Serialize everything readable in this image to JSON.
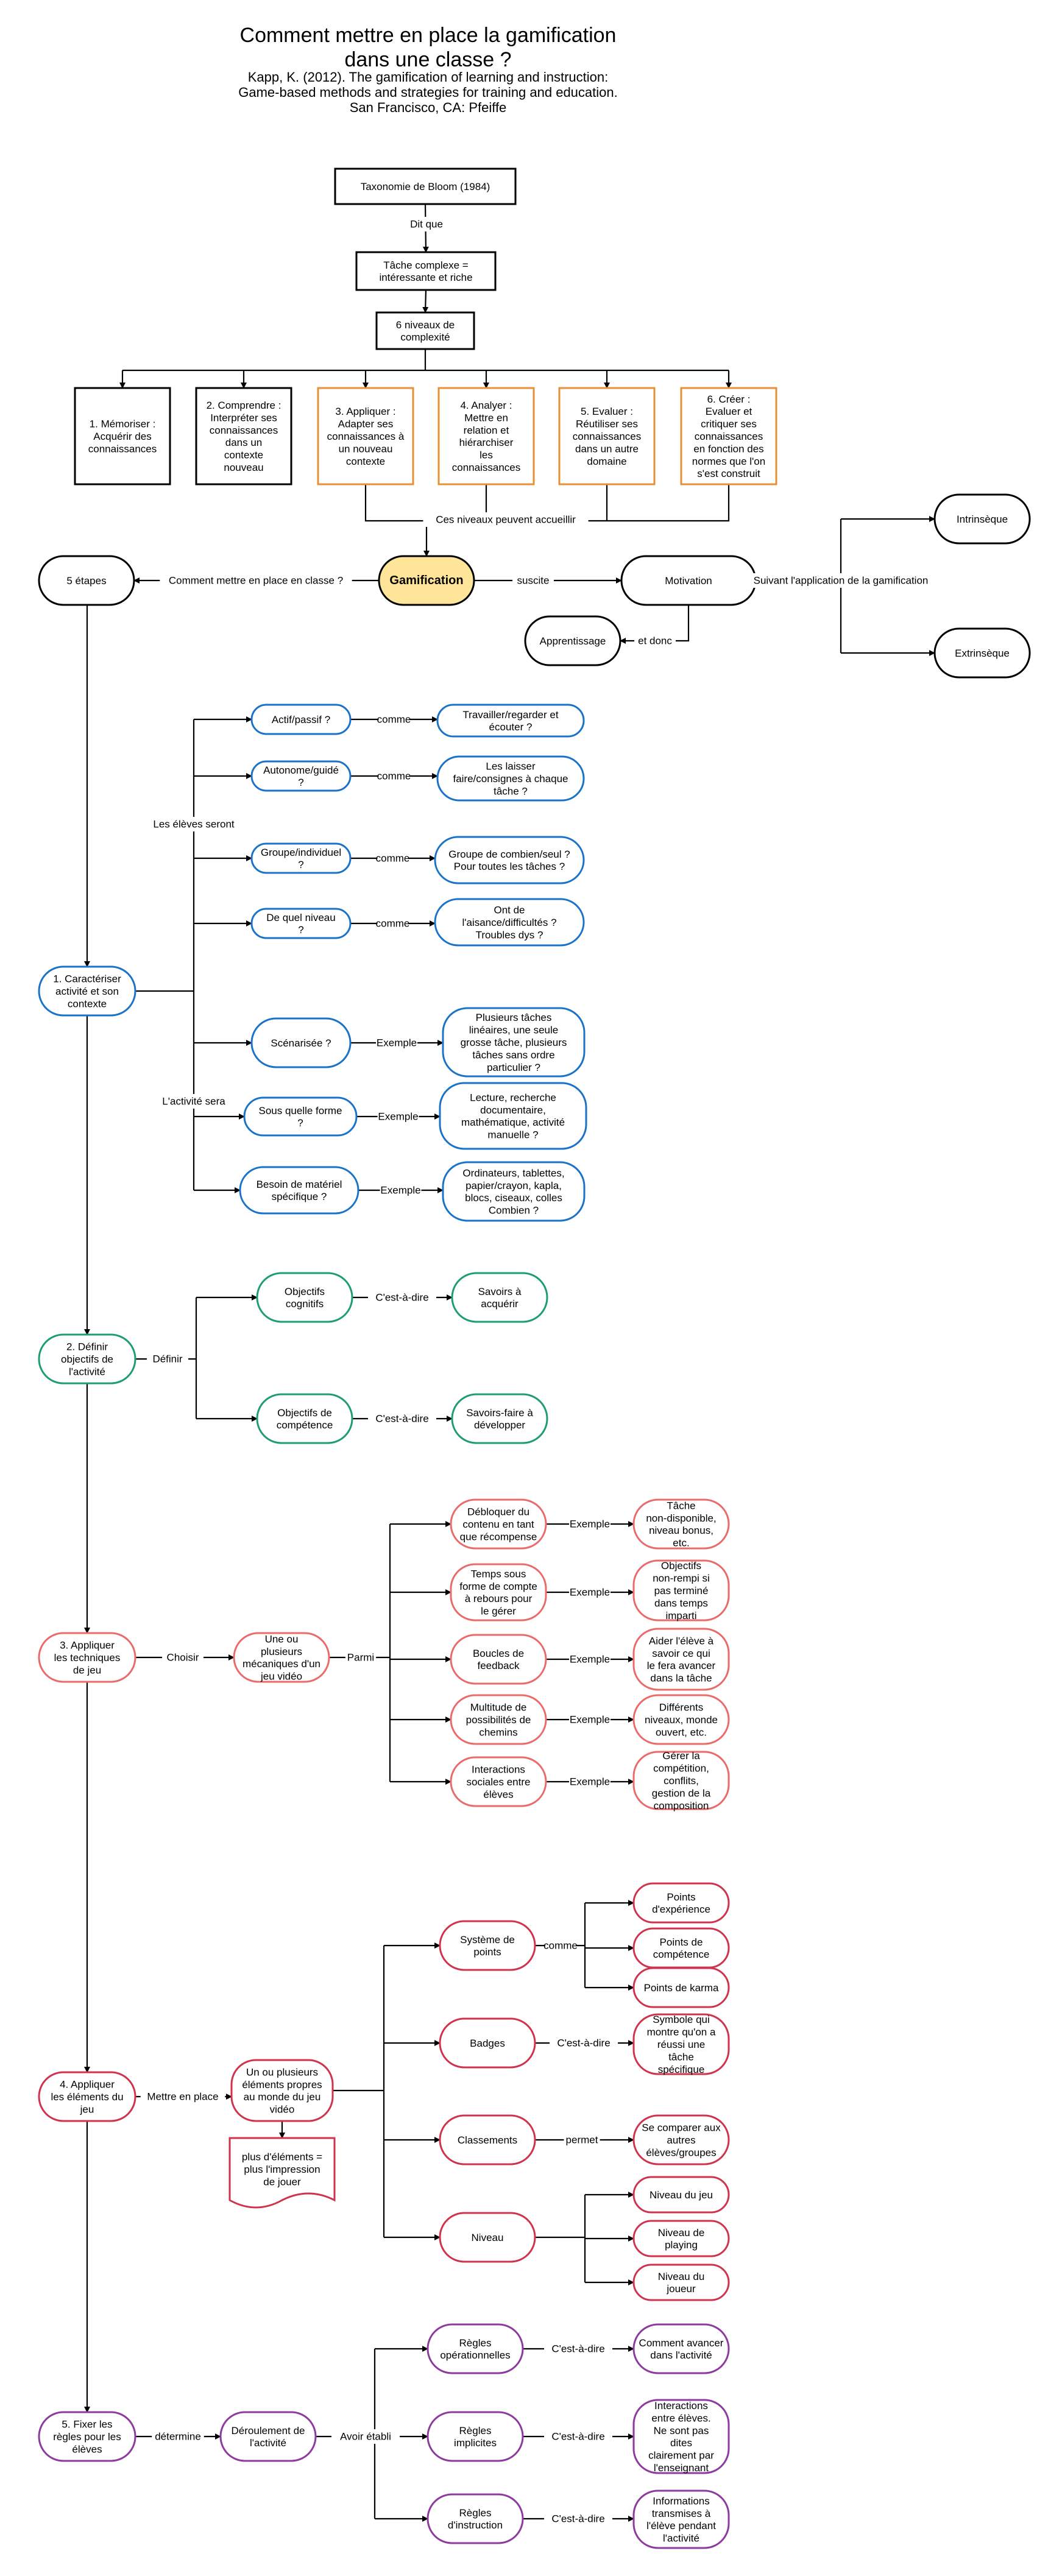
{
  "title": "Comment mettre en place la gamification dans une classe ?",
  "subtitle": "Kapp, K. (2012). The gamification of learning and instruction: Game-based methods and strategies for training and education. San Francisco, CA: Pfeiffe",
  "colors": {
    "black": "#000000",
    "orange": "#e69138",
    "blue": "#1a73c8",
    "green": "#1e9e70",
    "red": "#ea6b6b",
    "purple": "#8e3a9e",
    "gamification_fill": "#ffe599"
  },
  "nodes": {
    "bloom": "Taxonomie de Bloom (1984)",
    "tache": "Tâche complexe = intéressante et riche",
    "niveaux6": "6 niveaux de complexité",
    "lvl1": "1. Mémoriser : Acquérir des connaissances",
    "lvl2": "2. Comprendre : Interpréter ses connaissances dans un contexte nouveau",
    "lvl3": "3. Appliquer : Adapter ses connaissances à un nouveau contexte",
    "lvl4": "4. Analyer : Mettre en relation et hiérarchiser les connaissances",
    "lvl5": "5. Evaluer : Réutiliser ses connaissances dans un autre domaine",
    "lvl6": "6. Créer : Evaluer et critiquer ses connaissances en fonction des normes que l'on s'est construit",
    "gamification": "Gamification",
    "etapes": "5 étapes",
    "motivation": "Motivation",
    "apprentissage": "Apprentissage",
    "intrinseque": "Intrinsèque",
    "extrinseque": "Extrinsèque",
    "step1": "1. Caractériser activité et son contexte",
    "actif": "Actif/passif ?",
    "travailler": "Travailler/regarder et écouter ?",
    "autonome": "Autonome/guidé ?",
    "laisser": "Les laisser faire/consignes à chaque tâche ?",
    "groupe": "Groupe/individuel ?",
    "groupe_detail": "Groupe de combien/seul ? Pour toutes les tâches ?",
    "quel_niveau": "De quel niveau ?",
    "aisance": "Ont de l'aisance/difficultés ? Troubles dys ?",
    "scenarisee": "Scénarisée ?",
    "scenarisee_detail": "Plusieurs tâches linéaires, une seule grosse tâche, plusieurs tâches sans ordre particulier ?",
    "forme": "Sous quelle forme ?",
    "forme_detail": "Lecture, recherche documentaire, mathématique, activité manuelle ?",
    "materiel": "Besoin de matériel spécifique ?",
    "materiel_detail": "Ordinateurs, tablettes, papier/crayon, kapla, blocs, ciseaux, colles Combien ?",
    "step2": "2. Définir objectifs de l'activité",
    "obj_cognitifs": "Objectifs cognitifs",
    "savoirs": "Savoirs à acquérir",
    "obj_competence": "Objectifs de compétence",
    "savoirs_faire": "Savoirs-faire à développer",
    "step3": "3. Appliquer les techniques de jeu",
    "mecaniques": "Une ou plusieurs mécaniques d'un jeu vidéo",
    "debloquer": "Débloquer du contenu en tant que récompense",
    "tache_nd": "Tâche non-disponible, niveau bonus, etc.",
    "temps": "Temps sous forme de compte à rebours pour le gérer",
    "objectifs_nr": "Objectifs non-rempi si pas terminé dans temps imparti",
    "boucles": "Boucles de feedback",
    "aider": "Aider l'élève à savoir ce qui le fera avancer dans la tâche",
    "multitude": "Multitude de possibilités de chemins",
    "differents": "Différents niveaux, monde ouvert, etc.",
    "interactions": "Interactions sociales entre élèves",
    "gerer": "Gérer la compétition, conflits, gestion de la composition",
    "step4": "4. Appliquer les éléments du jeu",
    "elements": "Un ou plusieurs éléments propres au monde du jeu vidéo",
    "plus_elements": "plus d'éléments = plus l'impression de jouer",
    "points": "Système de points",
    "experience": "Points d'expérience",
    "competence": "Points de compétence",
    "karma": "Points de karma",
    "badges": "Badges",
    "symbole": "Symbole qui montre qu'on a réussi une tâche spécifique",
    "classements": "Classements",
    "comparer": "Se comparer aux autres élèves/groupes",
    "niveau": "Niveau",
    "niv_jeu": "Niveau du jeu",
    "niv_playing": "Niveau de playing",
    "niv_joueur": "Niveau du joueur",
    "step5": "5. Fixer les règles pour les élèves",
    "deroulement": "Déroulement de l'activité",
    "regles_op": "Règles opérationnelles",
    "comment_avancer": "Comment avancer dans l'activité",
    "regles_impl": "Règles implicites",
    "interactions_eleves": "Interactions entre élèves. Ne sont pas dites clairement par l'enseignant",
    "regles_instr": "Règles d'instruction",
    "informations": "Informations transmises à l'élève pendant l'activité"
  },
  "edge_labels": {
    "dit_que": "Dit que",
    "ces_niveaux": "Ces niveaux peuvent accueillir",
    "comment_classe": "Comment mettre en place en classe ?",
    "suscite": "suscite",
    "suivant": "Suivant l'application de la gamification",
    "et_donc": "et donc",
    "eleves_seront": "Les élèves seront",
    "activite_sera": "L'activité sera",
    "comme": "comme",
    "exemple": "Exemple",
    "definir": "Définir",
    "cest_a_dire": "C'est-à-dire",
    "choisir": "Choisir",
    "parmi": "Parmi",
    "mettre_en_place": "Mettre en place",
    "permet": "permet",
    "determine": "détermine",
    "avoir_etabli": "Avoir établi"
  }
}
